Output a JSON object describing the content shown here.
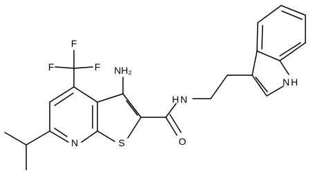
{
  "molecule": {
    "labels": {
      "f_top": "F",
      "f_left": "F",
      "f_right": "F",
      "nh2": "NH₂",
      "amide_nh": "N",
      "amide_nh_h": "H",
      "amide_o": "O",
      "pyridine_n": "N",
      "thiophene_s": "S",
      "indole_nh": "N",
      "indole_h": "H"
    }
  }
}
